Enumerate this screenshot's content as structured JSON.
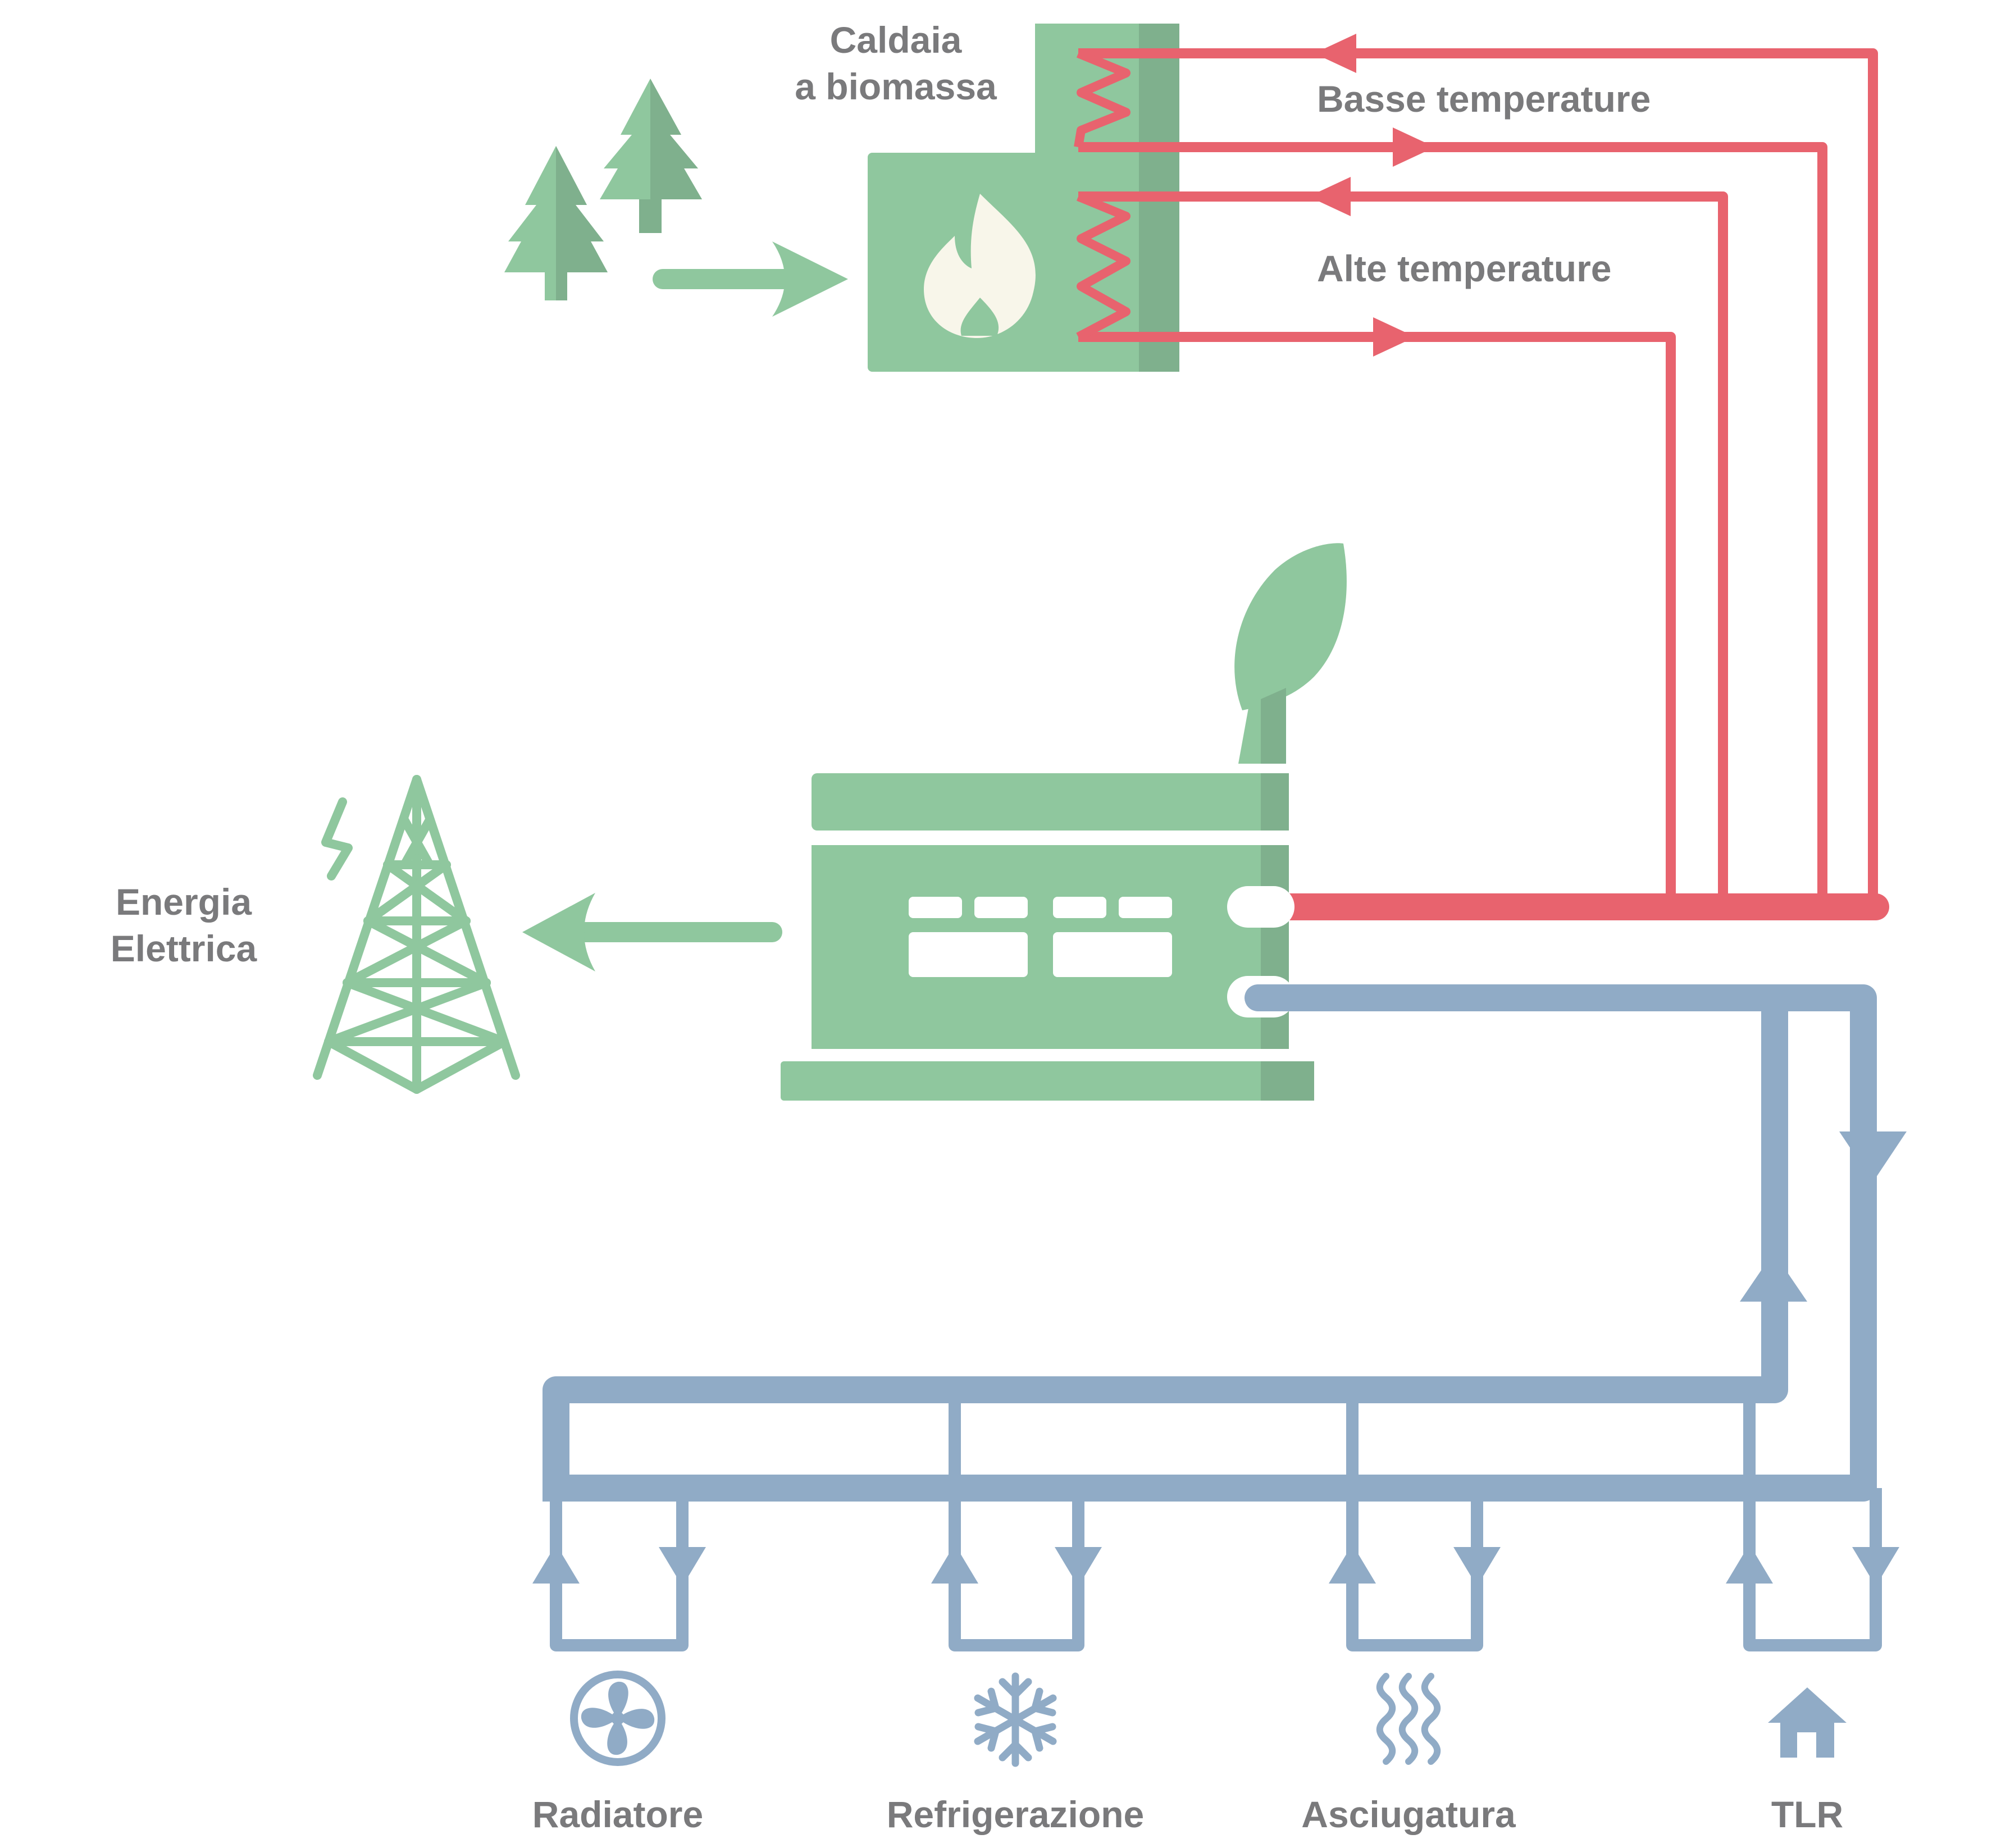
{
  "labels": {
    "boiler_line1": "Caldaia",
    "boiler_line2": "a biomassa",
    "low_temp": "Basse temperature",
    "high_temp": "Alte temperature",
    "electric_line1": "Energia",
    "electric_line2": "Elettrica",
    "consumers": [
      "Radiatore",
      "Refrigerazione",
      "Asciugatura",
      "TLR"
    ]
  },
  "icons": {
    "trees": "pine-trees-icon",
    "boiler": "biomass-boiler-icon",
    "flame": "flame-icon",
    "plant": "cogeneration-plant-icon",
    "leaf": "leaf-icon",
    "pylon": "power-pylon-icon",
    "bolt": "lightning-bolt-icon",
    "radiator": "fan-icon",
    "refrigeration": "snowflake-icon",
    "drying": "heat-waves-icon",
    "tlr": "house-icon"
  },
  "colors": {
    "green": "#8fc79e",
    "green_dark": "#7fb08d",
    "hot_pipe": "#e8636e",
    "cold_pipe": "#90abc6",
    "flame": "#f8f6ea",
    "text": "#7a7a7c"
  }
}
